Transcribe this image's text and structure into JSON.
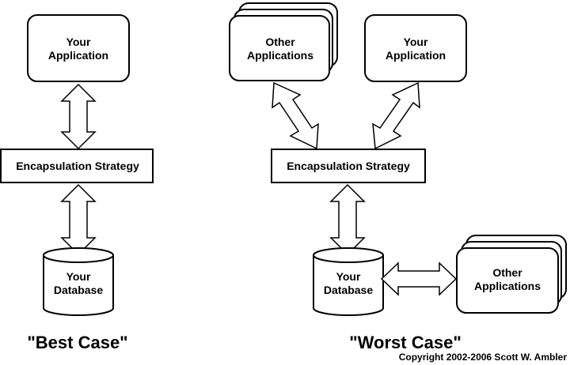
{
  "best_case": {
    "your_application": [
      "Your",
      "Application"
    ],
    "encapsulation_strategy": "Encapsulation Strategy",
    "your_database": [
      "Your",
      "Database"
    ],
    "caption": "\"Best Case\""
  },
  "worst_case": {
    "other_applications_top": [
      "Other",
      "Applications"
    ],
    "your_application": [
      "Your",
      "Application"
    ],
    "encapsulation_strategy": "Encapsulation Strategy",
    "your_database": [
      "Your",
      "Database"
    ],
    "other_applications_right": [
      "Other",
      "Applications"
    ],
    "caption": "\"Worst Case\""
  },
  "copyright": "Copyright 2002-2006  Scott W. Ambler"
}
